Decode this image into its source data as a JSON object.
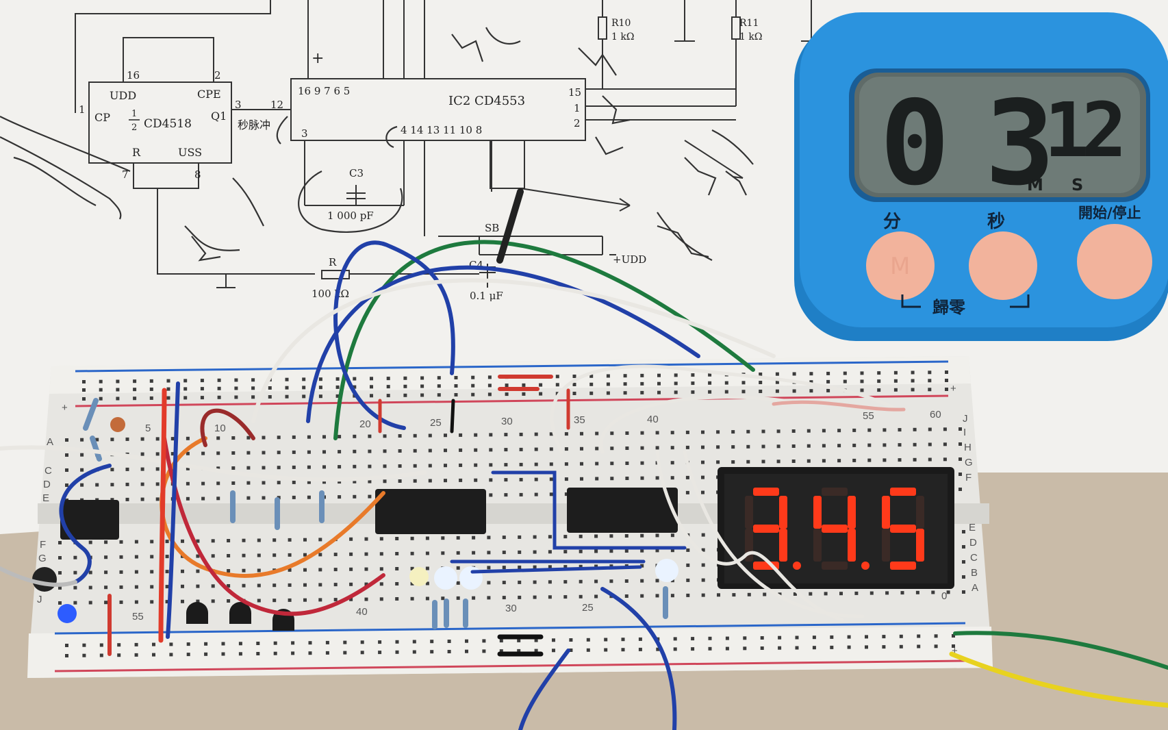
{
  "schematic": {
    "ic1_pin_udd": "UDD",
    "ic1_pin_cpe": "CPE",
    "ic1_pin_cp": "CP",
    "ic1_fraction_num": "1",
    "ic1_fraction_den": "2",
    "ic1_name": "CD4518",
    "ic1_pin_q1": "Q1",
    "ic1_pin_r": "R",
    "ic1_pin_uss": "USS",
    "ic1_pins": [
      "16",
      "2",
      "1",
      "3",
      "7",
      "8"
    ],
    "pulse_label": "秒脉冲",
    "ic2_name": "IC2  CD4553",
    "ic2_pin_top": "16        9   7   6   5",
    "ic2_pin_right": [
      "15",
      "1",
      "2"
    ],
    "ic2_pin_bottom": "4  14 13       11 10  8",
    "ic2_pin_left": "3",
    "ic2_pin_12": "12",
    "c3_label": "C3",
    "c3_value": "1 000 pF",
    "sb_label": "SB",
    "c4_label": "C4",
    "c4_value": "0.1 μF",
    "udd_label": "+UDD",
    "r_label": "R",
    "r_value": "100 kΩ",
    "r10_label": "R10",
    "r10_value": "1 kΩ",
    "r11_label": "R11",
    "r11_value": "1 kΩ",
    "plus": "+"
  },
  "timer": {
    "digits": "0312",
    "unit_m": "M",
    "unit_s": "S",
    "btn_min_label": "分",
    "btn_sec_label": "秒",
    "btn_start_label": "開始/停止",
    "reset_label": "歸零",
    "btn_m_glyph": "M",
    "body_color": "#2b93de",
    "button_color": "#f2b39c"
  },
  "seven_segment": {
    "value": "3.4.5",
    "color": "#ff3a1a"
  },
  "breadboard": {
    "column_numbers_top": [
      "5",
      "10",
      "20",
      "25",
      "30",
      "35",
      "40",
      "55",
      "60"
    ],
    "column_numbers_bottom": [
      "55",
      "40",
      "30",
      "25",
      "0"
    ],
    "row_letters_left": [
      "A",
      "C",
      "D",
      "E",
      "F",
      "G",
      "J"
    ],
    "row_letters_right": [
      "J",
      "I",
      "H",
      "G",
      "F",
      "E",
      "D",
      "C",
      "B",
      "A"
    ],
    "rail_plus": "+"
  }
}
